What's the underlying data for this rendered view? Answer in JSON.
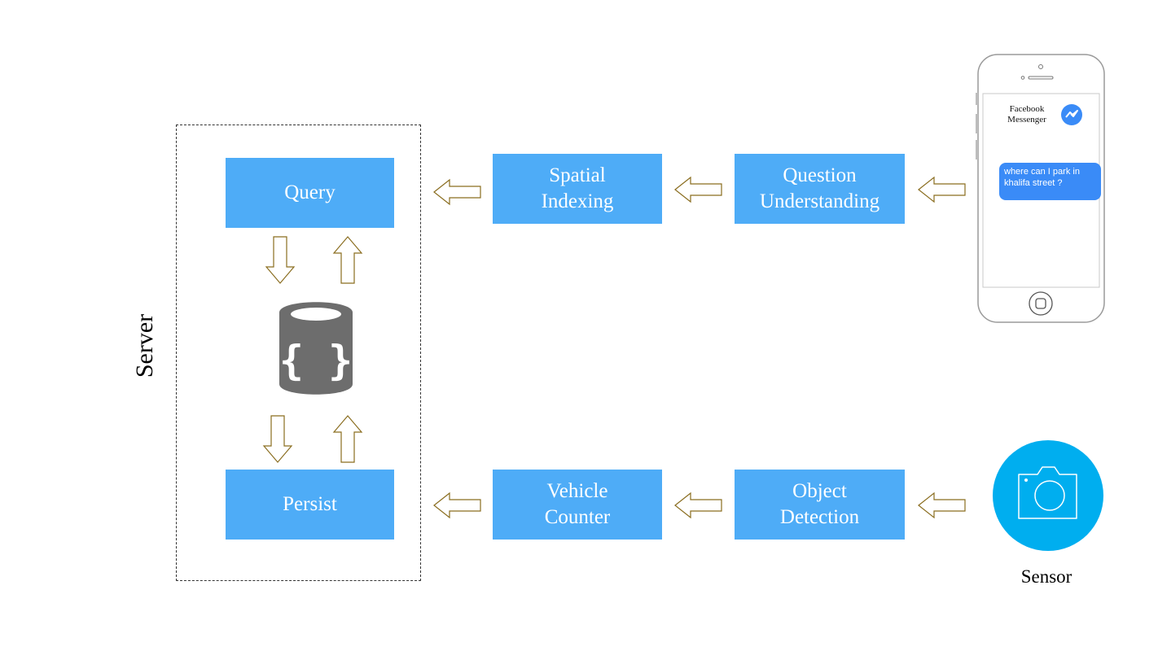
{
  "server": {
    "label": "Server"
  },
  "boxes": {
    "query": "Query",
    "persist": "Persist",
    "spatial_indexing": "Spatial\nIndexing",
    "question_understanding": "Question\nUnderstanding",
    "vehicle_counter": "Vehicle\nCounter",
    "object_detection": "Object\nDetection"
  },
  "phone": {
    "app_name": "Facebook\nMessenger",
    "message": "where can I park in khalifa street ?"
  },
  "sensor": {
    "label": "Sensor"
  },
  "icons": {
    "database": "database-json-icon",
    "messenger": "messenger-icon",
    "camera": "camera-icon"
  },
  "colors": {
    "box": "#4eacf7",
    "arrow_stroke": "#8a6d1f",
    "database": "#6d6d6d",
    "sensor": "#00aeef",
    "bubble": "#3a8bf7"
  }
}
